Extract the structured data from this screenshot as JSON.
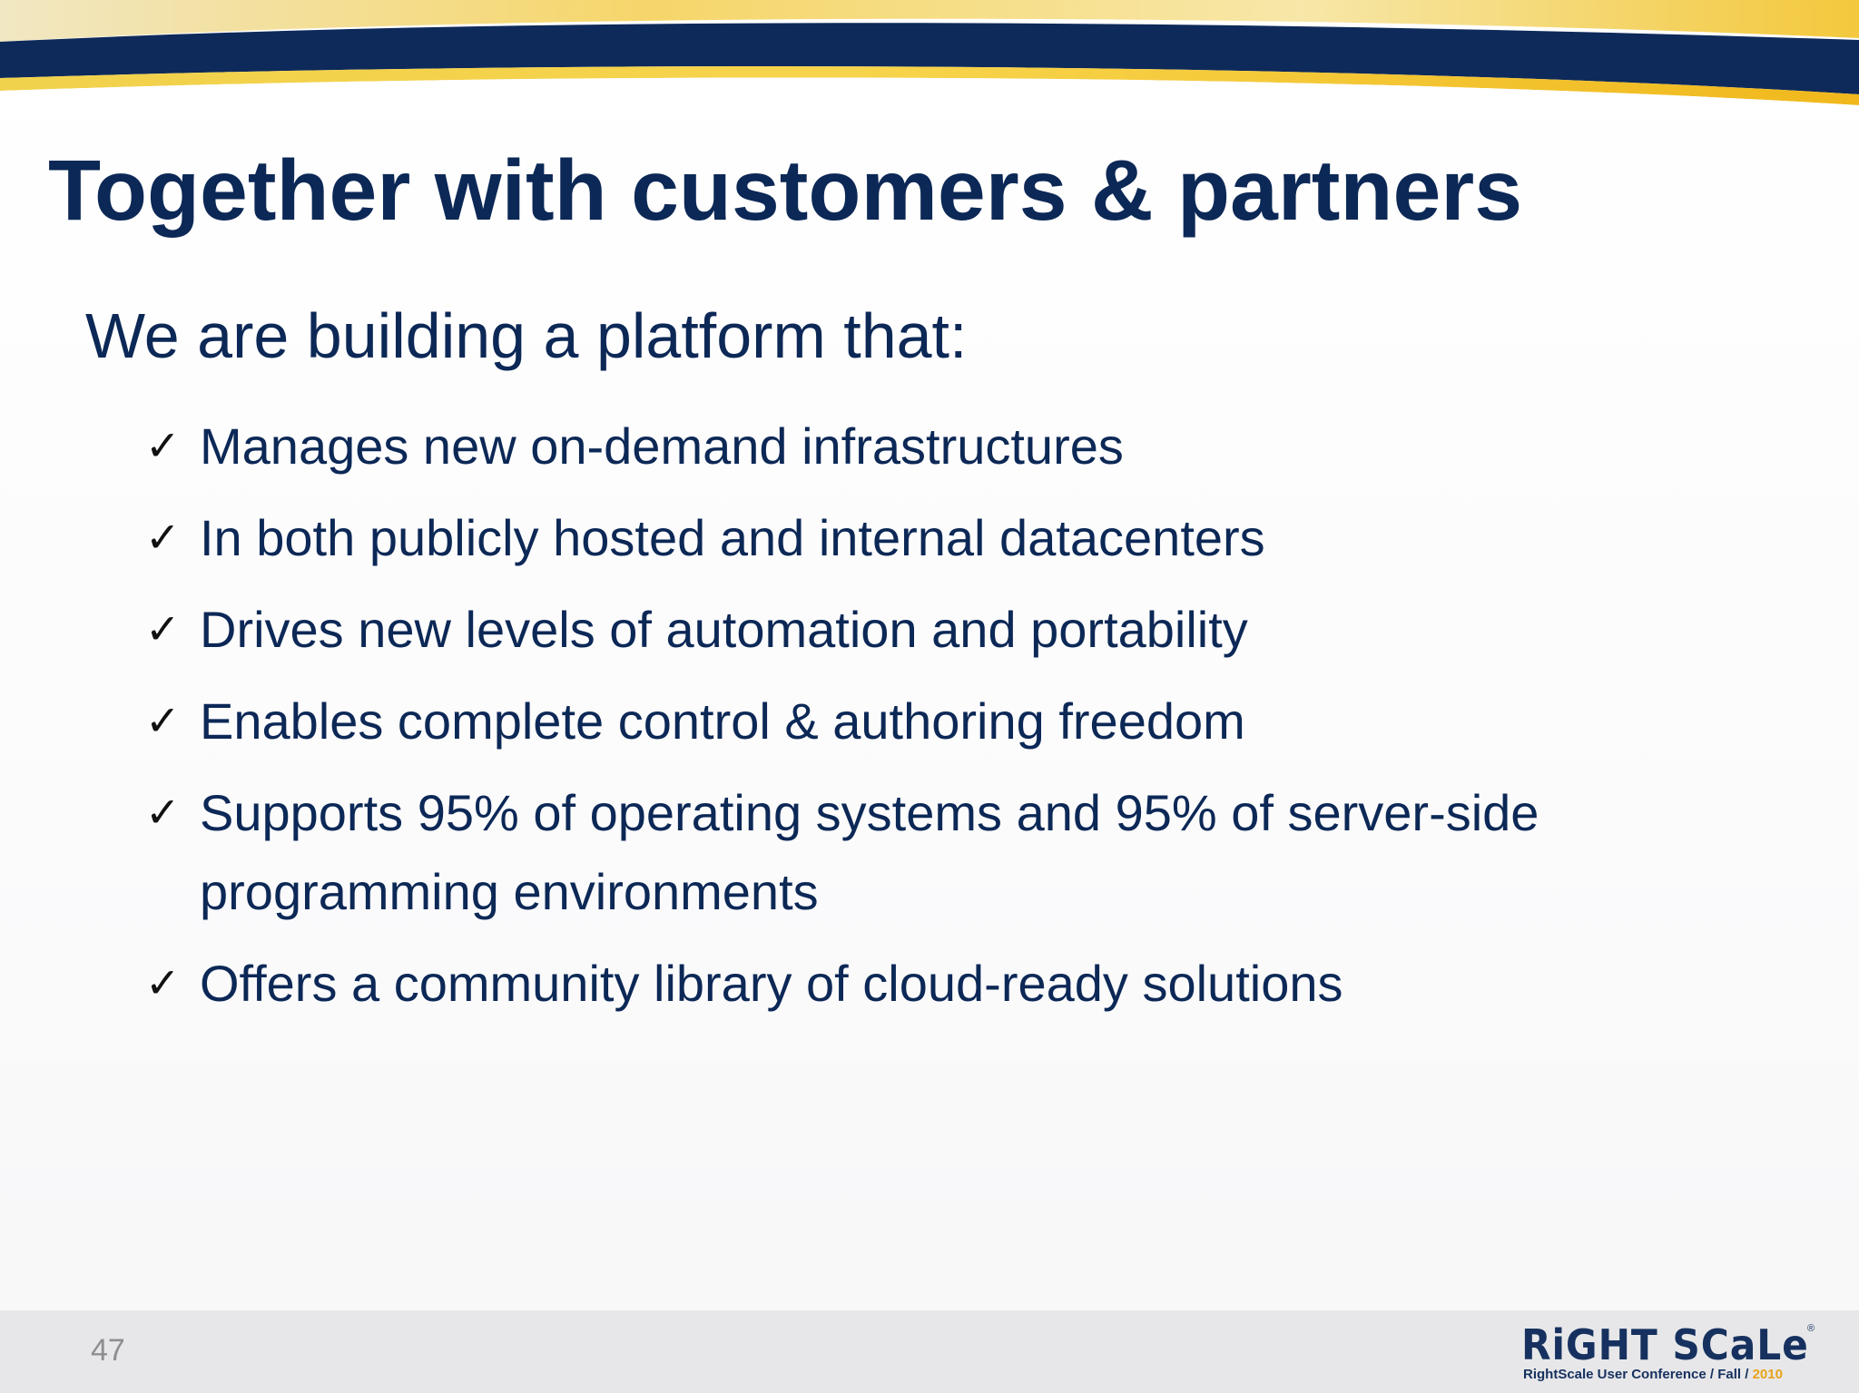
{
  "slide": {
    "title": "Together with customers & partners",
    "intro": "We are building a platform that:",
    "bullets": [
      "Manages new on-demand infrastructures",
      "In both publicly hosted and internal datacenters",
      "Drives new levels of automation and portability",
      "Enables complete control & authoring freedom",
      "Supports 95% of operating systems and 95% of server-side programming environments",
      "Offers a community library of cloud-ready solutions"
    ],
    "bullet_icon": "checkmark-icon",
    "page_number": "47"
  },
  "logo": {
    "wordmark": "RiGHT SCaLe",
    "registered_mark": "®",
    "caption_prefix": "RightScale User Conference / Fall / ",
    "caption_year": "2010"
  },
  "colors": {
    "title_text": "#0c2856",
    "header_navy": "#0e2a5a",
    "header_gold": "#f4c73a",
    "footer_band": "#e7e7e9",
    "logo_year": "#e8a317"
  }
}
